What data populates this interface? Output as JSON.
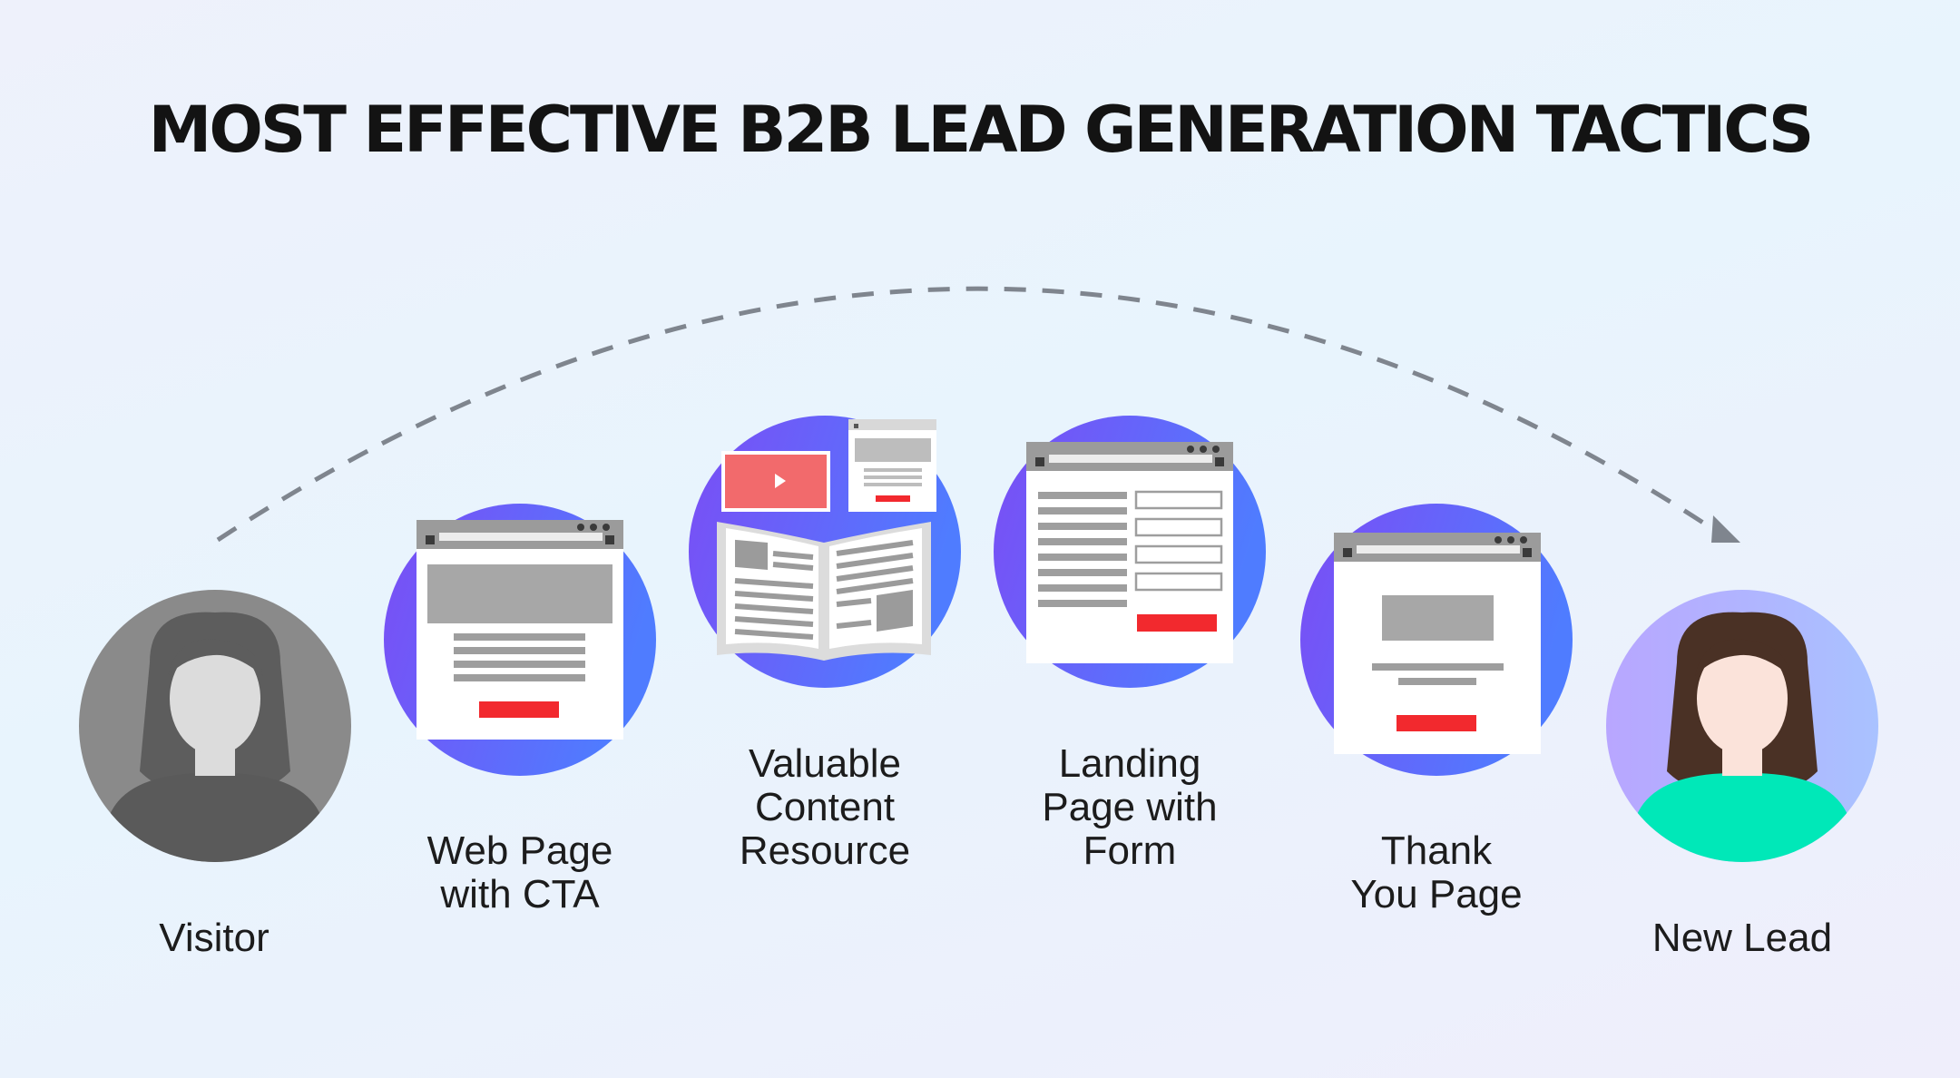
{
  "title": "MOST EFFECTIVE B2B LEAD GENERATION TACTICS",
  "colors": {
    "circle_gradient_start": "#7b4df5",
    "circle_gradient_end": "#4f7cff",
    "cta_red": "#f2292e",
    "video_red": "#f26a6c",
    "arrow_gray": "#7f858e",
    "visitor_gray": "#8a8a8a",
    "new_lead_shirt": "#00e8b8"
  },
  "steps": [
    {
      "id": "visitor",
      "label": "Visitor",
      "icon": "visitor-avatar-icon"
    },
    {
      "id": "web-page",
      "label": "Web Page\nwith CTA",
      "icon": "web-page-cta-icon"
    },
    {
      "id": "content",
      "label": "Valuable\nContent\nResource",
      "icon": "content-resource-icon"
    },
    {
      "id": "landing",
      "label": "Landing\nPage with\nForm",
      "icon": "landing-page-form-icon"
    },
    {
      "id": "thank-you",
      "label": "Thank\nYou Page",
      "icon": "thank-you-page-icon"
    },
    {
      "id": "new-lead",
      "label": "New Lead",
      "icon": "new-lead-avatar-icon"
    }
  ],
  "flow_arrow": {
    "from": "Visitor",
    "to": "New Lead",
    "style": "dashed"
  }
}
